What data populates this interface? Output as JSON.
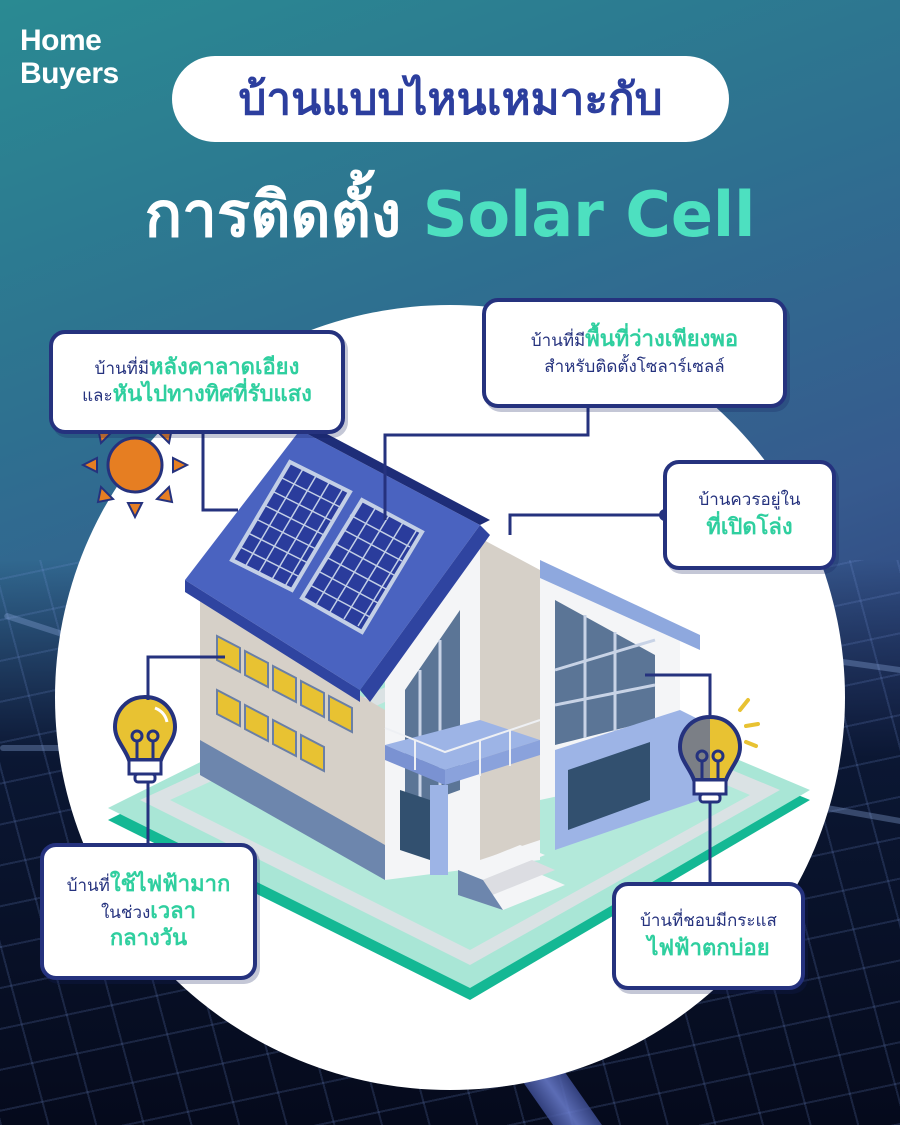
{
  "brand": {
    "logo_line1": "Home",
    "logo_line2": "Buyers"
  },
  "header": {
    "title_line1": "บ้านแบบไหนเหมาะกับ",
    "title_line2_thai": "การติดตั้ง",
    "title_line2_accent": "Solar Cell"
  },
  "colors": {
    "primary_navy": "#25327e",
    "title_blue": "#2c3e9e",
    "accent_teal": "#4de0c0",
    "highlight_green": "#2fcf9f",
    "roof_blue": "#4a63c0",
    "window_yellow": "#e8c232",
    "sun_orange": "#e67e22"
  },
  "callouts": [
    {
      "id": "sloped-roof",
      "prefix": "บ้านที่มี",
      "highlight1": "หลังคาลาดเอียง",
      "line2_prefix": "และ",
      "highlight2": "หันไปทางทิศที่รับแสง"
    },
    {
      "id": "enough-space",
      "prefix": "บ้านที่มี",
      "highlight": "พื้นที่ว่างเพียงพอ",
      "line2": "สำหรับติดตั้งโซลาร์เซลล์"
    },
    {
      "id": "open-area",
      "line1": "บ้านควรอยู่ใน",
      "highlight": "ที่เปิดโล่ง"
    },
    {
      "id": "daytime-usage",
      "prefix": "บ้านที่",
      "highlight1": "ใช้ไฟฟ้ามาก",
      "line2_prefix": "ในช่วง",
      "highlight2": "เวลา",
      "highlight3": "กลางวัน"
    },
    {
      "id": "power-outage",
      "line1": "บ้านที่ชอบมีกระแส",
      "highlight": "ไฟฟ้าตกบ่อย"
    }
  ],
  "illustration": {
    "icons": [
      "sun-icon",
      "solar-panel-icon",
      "house-icon",
      "lightbulb-icon",
      "lightbulb-half-icon"
    ]
  }
}
